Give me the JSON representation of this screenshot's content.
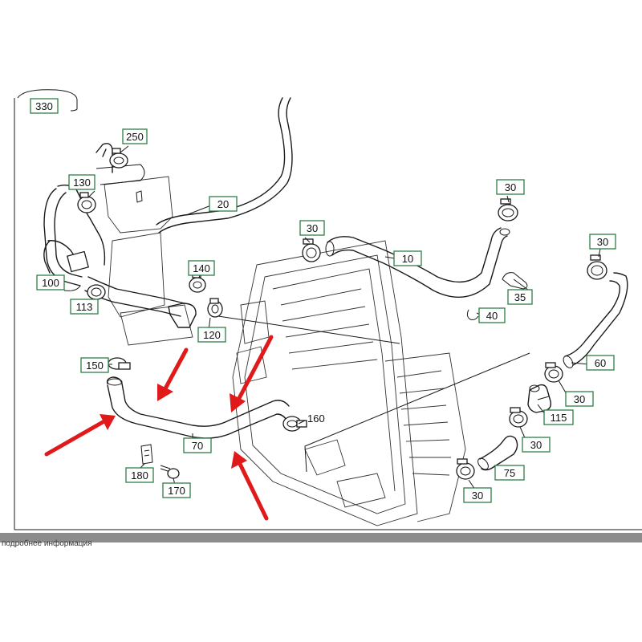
{
  "colors": {
    "annotation_arrow": "#e01a1a",
    "label_border": "#2e7d46",
    "line_art": "#1a1a1a",
    "footer_bar": "#8c8c8c"
  },
  "labels": {
    "p330": "330",
    "p250": "250",
    "p130": "130",
    "p20": "20",
    "p30_top_right": "30",
    "p30_upper": "30",
    "p10": "10",
    "p30_far_right": "30",
    "p100": "100",
    "p140": "140",
    "p113": "113",
    "p35": "35",
    "p40": "40",
    "p120": "120",
    "p60": "60",
    "p150": "150",
    "p30_mid_right": "30",
    "p160": "160",
    "p115": "115",
    "p30_lower_mid": "30",
    "p70": "70",
    "p75": "75",
    "p180": "180",
    "p170": "170",
    "p30_bottom": "30"
  },
  "annotations": {
    "arrow_count": 4,
    "arrow_icon": "red-arrow-icon"
  },
  "footer": {
    "text": "подробнее информация"
  }
}
